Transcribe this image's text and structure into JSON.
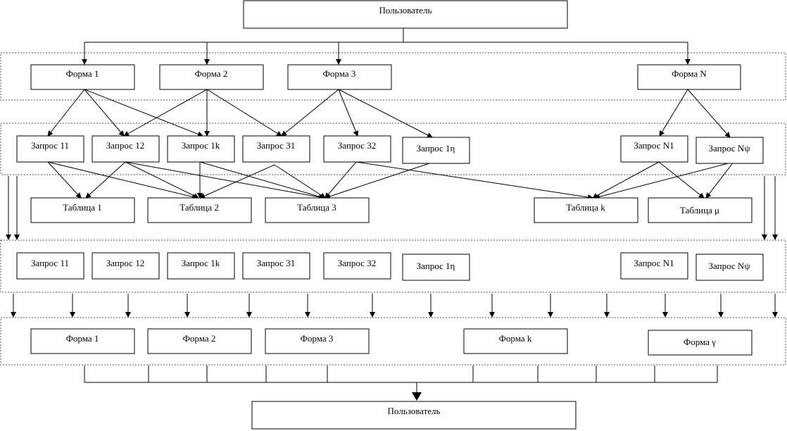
{
  "user_top": "Пользователь",
  "user_bottom": "Пользователь",
  "forms_top": [
    "Форма 1",
    "Форма 2",
    "Форма 3",
    "Форма N"
  ],
  "queries": [
    "Запрос 11",
    "Запрос 12",
    "Запрос 1k",
    "Запрос 31",
    "Запрос 32",
    "Запрос 1η",
    "Запрос N1",
    "Запрос Nψ"
  ],
  "tables": [
    "Таблица 1",
    "Таблица 2",
    "Таблица 3",
    "Таблица k",
    "Таблица μ"
  ],
  "results": [
    "Запрос 11",
    "Запрос 12",
    "Запрос 1k",
    "Запрос 31",
    "Запрос 32",
    "Запрос 1η",
    "Запрос N1",
    "Запрос Nψ"
  ],
  "forms_bottom": [
    "Форма 1",
    "Форма 2",
    "Форма 3",
    "Форма k",
    "Форма γ"
  ]
}
